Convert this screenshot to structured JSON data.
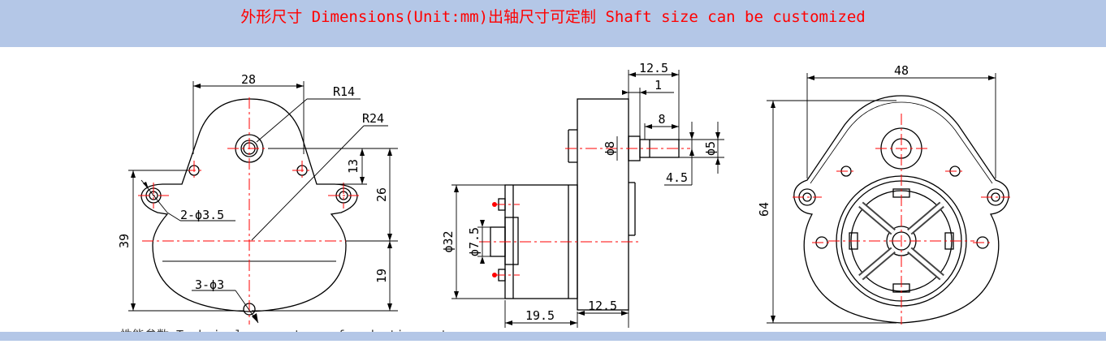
{
  "header": {
    "title": "外形尺寸 Dimensions(Unit:mm)出轴尺寸可定制 Shaft size can be customized"
  },
  "colors": {
    "banner_bg": "#b4c7e7",
    "title_text": "#ff0000",
    "outline": "#000000",
    "center_line": "#ff0000"
  },
  "front_view": {
    "dims": {
      "width_top": "28",
      "radius_small": "R14",
      "radius_large": "R24",
      "offset": "13",
      "height_upper": "26",
      "height_total": "39",
      "height_lower": "19",
      "mount_holes": "2-ϕ3.5",
      "bottom_holes": "3-ϕ3"
    }
  },
  "side_view": {
    "dims": {
      "shaft_length": "12.5",
      "shaft_step": "1",
      "shaft_flat": "8",
      "shaft_dia": "ϕ5",
      "boss_dia": "ϕ8",
      "flat_depth": "4.5",
      "motor_dia": "ϕ32",
      "motor_boss": "ϕ7.5",
      "motor_length": "19.5",
      "body_depth": "12.5"
    }
  },
  "rear_view": {
    "dims": {
      "width": "48",
      "height": "64"
    }
  },
  "footer": {
    "cut_text": "性能参数 Technical parameters of reduction motor"
  }
}
